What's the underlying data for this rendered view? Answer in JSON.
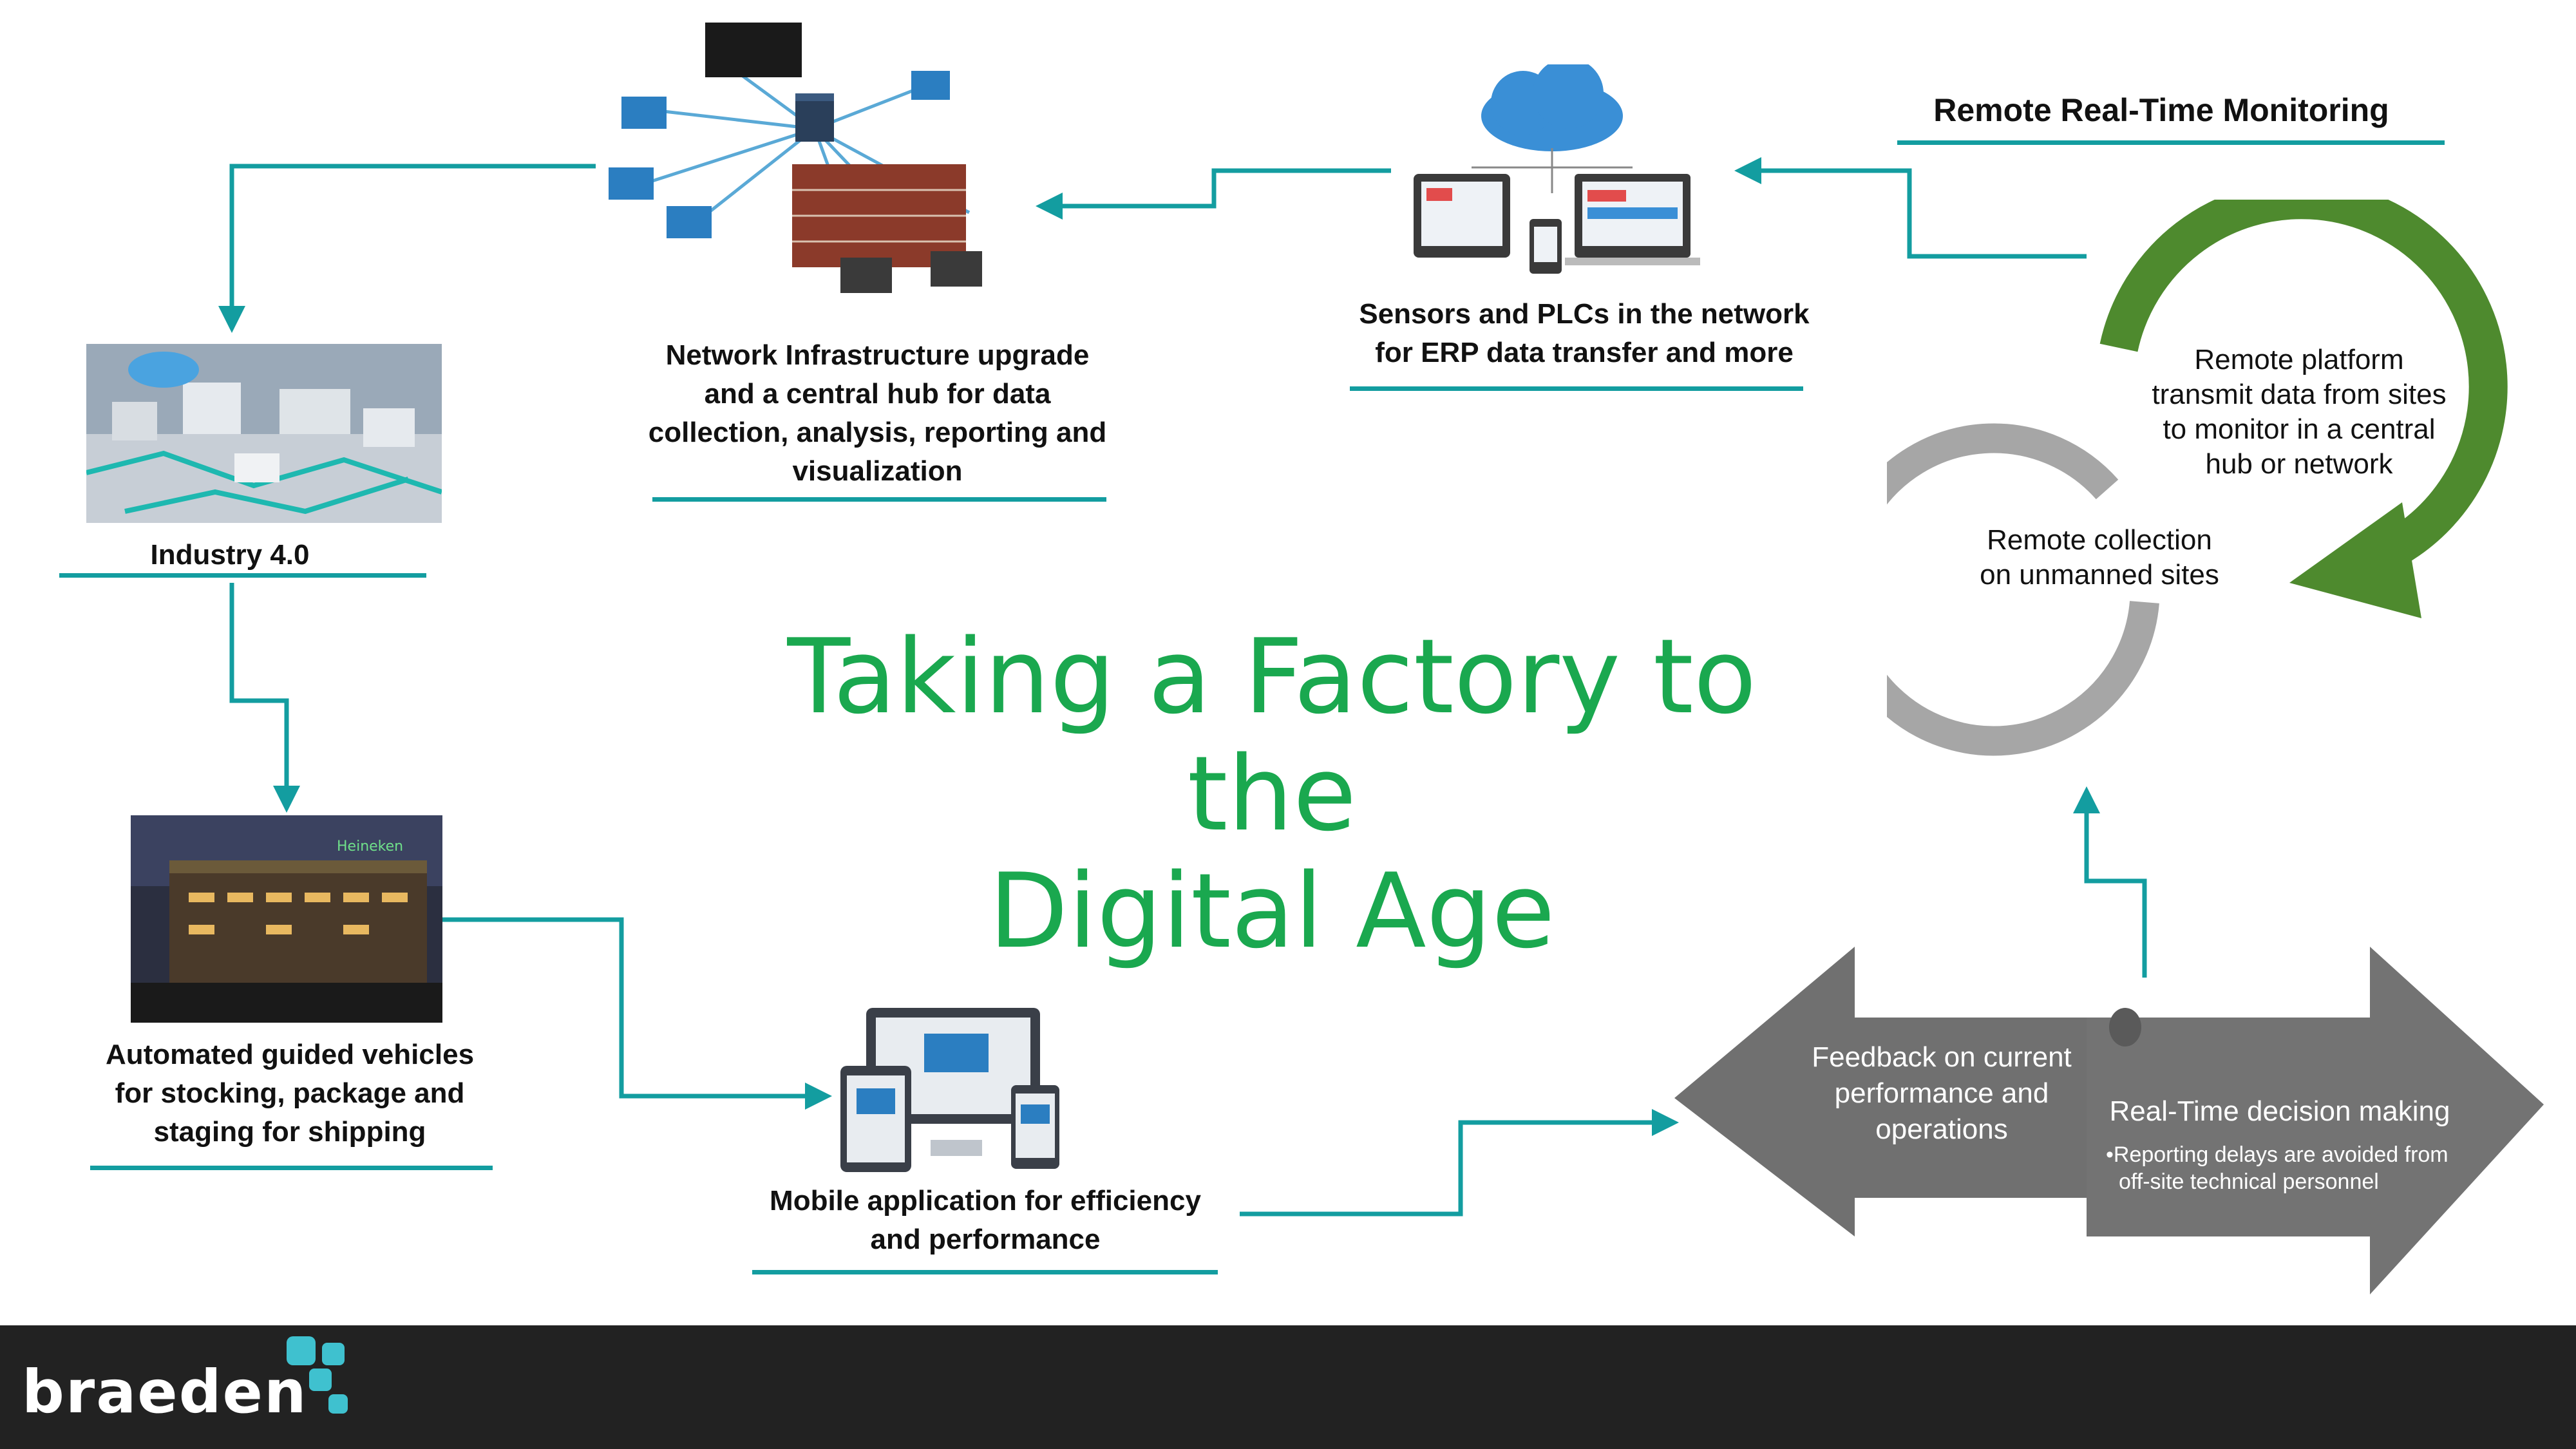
{
  "title": {
    "line1": "Taking a Factory to the",
    "line2": "Digital Age"
  },
  "nodes": {
    "industry": {
      "label": "Industry 4.0"
    },
    "network": {
      "line1": "Network Infrastructure upgrade",
      "line2": "and a central hub for data",
      "line3": "collection, analysis, reporting and",
      "line4": "visualization"
    },
    "sensors": {
      "line1": "Sensors and PLCs in the network",
      "line2": "for ERP data transfer and more"
    },
    "monitoring": {
      "label": "Remote Real-Time Monitoring"
    },
    "agv": {
      "line1": "Automated guided vehicles",
      "line2": "for stocking, package and",
      "line3": "staging for shipping"
    },
    "mobile": {
      "line1": "Mobile application for efficiency",
      "line2": "and performance"
    }
  },
  "cycle": {
    "green_text": {
      "line1": "Remote platform",
      "line2": "transmit data from sites",
      "line3": "to monitor in a central",
      "line4": "hub or network"
    },
    "gray_text": {
      "line1": "Remote collection",
      "line2": "on unmanned sites"
    }
  },
  "arrows": {
    "feedback": {
      "line1": "Feedback on current",
      "line2": "performance and",
      "line3": "operations"
    },
    "decision": {
      "title": "Real-Time decision making",
      "bullet_line1": "•Reporting delays are avoided from",
      "bullet_line2": "off-site technical personnel"
    }
  },
  "image_signs": {
    "heineken": "Heineken"
  },
  "footer": {
    "brand": "braeden"
  },
  "colors": {
    "teal": "#139da0",
    "title_green": "#1aa84f",
    "cycle_green": "#4e8a2e",
    "cycle_gray": "#a6a6a6",
    "arrow_gray": "#707070",
    "footer_bg": "#222222",
    "logo_teal": "#3fc1cf"
  },
  "icons": [
    "cloud-devices-icon",
    "network-hub-icon",
    "multi-device-icon",
    "factory-scene-icon",
    "building-photo-icon",
    "braeden-logo-icon"
  ]
}
